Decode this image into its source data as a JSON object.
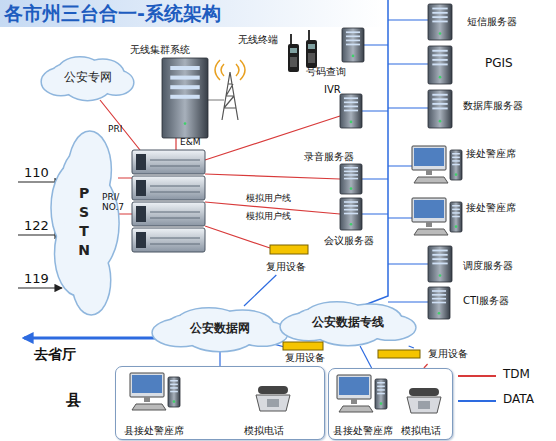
{
  "diagram": {
    "title": "各市州三台合一-系统架构",
    "nodes": [
      {
        "text": [
          "公安专网"
        ]
      },
      {
        "text": [
          "无线集群系统"
        ]
      },
      {
        "text": [
          "无线终端"
        ]
      },
      {
        "text": [
          "PSTN"
        ]
      },
      {
        "text": [
          "号码查询"
        ]
      },
      {
        "text": [
          "IVR"
        ]
      },
      {
        "text": [
          "录音服务器"
        ]
      },
      {
        "text": [
          "会议服务器"
        ]
      },
      {
        "text": [
          "短信服务器"
        ]
      },
      {
        "text": [
          "PGIS"
        ]
      },
      {
        "text": [
          "数据库服务器"
        ]
      },
      {
        "text": [
          "接处警座席"
        ]
      },
      {
        "text": [
          "接处警座席"
        ]
      },
      {
        "text": [
          "调度服务器"
        ]
      },
      {
        "text": [
          "CTI服务器"
        ]
      },
      {
        "text": [
          "复用设备"
        ]
      },
      {
        "text": [
          "公安数据网"
        ]
      },
      {
        "text": [
          "公安数据专线"
        ]
      },
      {
        "text": [
          "复用设备"
        ]
      },
      {
        "text": [
          "复用设备"
        ]
      },
      {
        "text": [
          "县接处警座席",
          "模拟电话"
        ]
      },
      {
        "text": [
          "县接处警座席",
          "模拟电话"
        ]
      }
    ],
    "edges": [
      {
        "from": 15,
        "to": 16,
        "arrow": "none"
      },
      {
        "from": 16,
        "to": 18,
        "arrow": "none"
      },
      {
        "from": 17,
        "to": 19,
        "arrow": "none"
      },
      {
        "from": 18,
        "to": 20,
        "arrow": "none"
      },
      {
        "from": 19,
        "to": 21,
        "arrow": "none"
      },
      {
        "from": 16,
        "to": 20,
        "arrow": "none"
      },
      {
        "from": 17,
        "to": 21,
        "arrow": "none"
      }
    ],
    "labels": [
      "110",
      "122",
      "119",
      "PRI",
      "E&M",
      "PRI/ NO.7",
      "模拟用户线",
      "模拟用户线",
      "去省厅",
      "县"
    ],
    "legend": [
      {
        "text": "TDM"
      },
      {
        "text": "DATA"
      }
    ]
  }
}
